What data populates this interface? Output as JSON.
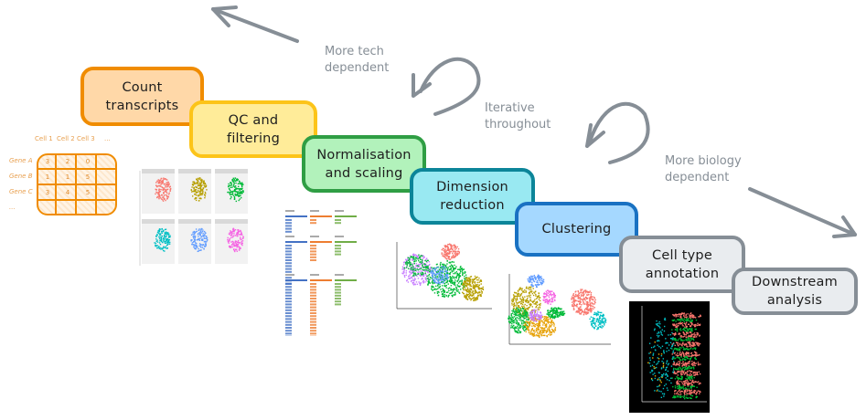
{
  "steps": [
    {
      "id": "count",
      "label": "Count\ntranscripts",
      "fill": "#ffd8a8",
      "stroke": "#f08c00"
    },
    {
      "id": "qc",
      "label": "QC and\nfiltering",
      "fill": "#ffec99",
      "stroke": "#fcc419"
    },
    {
      "id": "norm",
      "label": "Normalisation\nand scaling",
      "fill": "#b2f2bb",
      "stroke": "#2f9e44"
    },
    {
      "id": "dimred",
      "label": "Dimension\nreduction",
      "fill": "#99e9f2",
      "stroke": "#0c8599"
    },
    {
      "id": "cluster",
      "label": "Clustering",
      "fill": "#a5d8ff",
      "stroke": "#1971c2"
    },
    {
      "id": "celltype",
      "label": "Cell type\nannotation",
      "fill": "#e9ecef",
      "stroke": "#868e96"
    },
    {
      "id": "downstream",
      "label": "Downstream\nanalysis",
      "fill": "#e9ecef",
      "stroke": "#868e96"
    }
  ],
  "annotations": {
    "tech": "More tech\ndependent",
    "iterative": "Iterative\nthroughout",
    "biology": "More biology\ndependent"
  },
  "arrow_color": "#868e96",
  "matrix": {
    "columns": [
      "Cell 1",
      "Cell 2",
      "Cell 3",
      "..."
    ],
    "rows": [
      "Gene A",
      "Gene B",
      "Gene C",
      "..."
    ],
    "values": [
      [
        "3",
        "2",
        "0",
        ""
      ],
      [
        "1",
        "1",
        "5",
        ""
      ],
      [
        "3",
        "4",
        "5",
        ""
      ],
      [
        "",
        "",
        "",
        ""
      ]
    ],
    "color": "#f08c00"
  },
  "qc_facets": {
    "colors": [
      "#f8766d",
      "#b79f00",
      "#00ba38",
      "#00bfc4",
      "#619cff",
      "#f564e3"
    ]
  },
  "norm_columns": {
    "colors": [
      "#4472c4",
      "#ed7d31",
      "#70ad47"
    ]
  },
  "umap_colors": [
    "#f8766d",
    "#b79f00",
    "#00ba38",
    "#00bfc4",
    "#619cff",
    "#f564e3",
    "#c77cff",
    "#7cae00"
  ],
  "spatial_colors": [
    "#f8766d",
    "#00bfc4",
    "#00ba38",
    "#e6ab02",
    "#f564e3"
  ]
}
